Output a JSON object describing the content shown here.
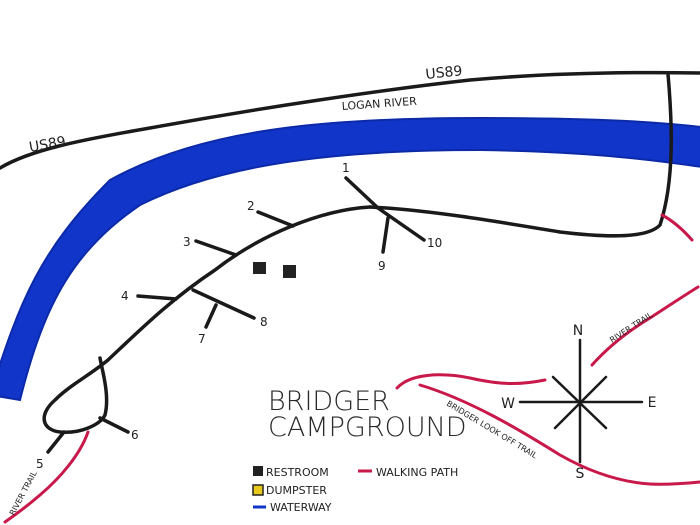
{
  "title": {
    "line1": "BRIDGER",
    "line2": "CAMPGROUND"
  },
  "roads": {
    "highway_top": "US89",
    "highway_left": "US89"
  },
  "river": {
    "name": "LOGAN RIVER",
    "color": "#1035c8"
  },
  "trails": {
    "river_trail_right": "RIVER TRAIL",
    "river_trail_left": "RIVER TRAIL",
    "lookoff_trail": "BRIDGER LOOK OFF TRAIL",
    "color": "#c8194a"
  },
  "sites": [
    "1",
    "2",
    "3",
    "4",
    "5",
    "6",
    "7",
    "8",
    "9",
    "10"
  ],
  "compass": {
    "north": "N",
    "south": "S",
    "east": "E",
    "west": "W"
  },
  "legend": {
    "restroom": "RESTROOM",
    "dumpster": "DUMPSTER",
    "waterway": "WATERWAY",
    "walking_path": "WALKING PATH",
    "restroom_color": "#222222",
    "dumpster_color": "#e8c81a",
    "waterway_color": "#1035c8",
    "walking_path_color": "#c8194a"
  }
}
